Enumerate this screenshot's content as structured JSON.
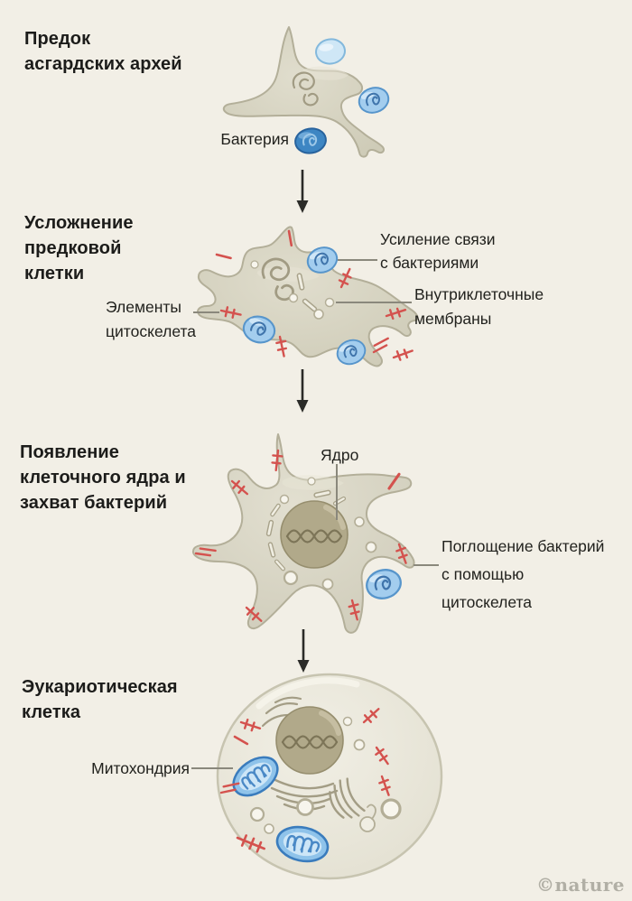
{
  "page": {
    "watermark": "©nature",
    "background": "#f2efe6"
  },
  "colors": {
    "heading_text": "#1c1c1a",
    "label_text": "#22221e",
    "leader_line": "#8a887c",
    "arrow": "#2b2b28",
    "cell_body": "#d7d4c1",
    "cell_outline": "#b5b19b",
    "eukaryote_body": "#ebe9dc",
    "nucleus": "#b1a98a",
    "dna": "#7d7558",
    "cytoskeleton_red": "#d4524e",
    "bacterium_light": "#cfe7f6",
    "bacterium_medium": "#a3cdee",
    "bacterium_dark": "#3e86c3",
    "mitochondrion_blue": "#8fc3ea",
    "watermark_gray": "#b1afa5"
  },
  "icons": {
    "down_arrow": "black line with solid triangle head",
    "bacterium": "blue oval with plasmid squiggle",
    "mitochondrion": "blue oval with cristae folds",
    "nucleus": "olive circle with DNA double helix",
    "cytoskeleton_element": "red comb-like filament",
    "vesicle": "small white circle",
    "membrane_fragment": "gray capsule sliver"
  },
  "sections": [
    {
      "id": "ancestor-archaea",
      "heading_lines": [
        "Предок",
        "асгардских архей"
      ],
      "labels": {
        "bacterium": "Бактерия"
      }
    },
    {
      "id": "complexification",
      "heading_lines": [
        "Усложнение",
        "предковой",
        "клетки"
      ],
      "labels": {
        "cytoskeleton_lines": [
          "Элементы",
          "цитоскелета"
        ],
        "bacteria_link_lines": [
          "Усиление связи",
          "с бактериями"
        ],
        "membranes_lines": [
          "Внутриклеточные",
          "мембраны"
        ]
      }
    },
    {
      "id": "nucleus-and-capture",
      "heading_lines": [
        "Появление",
        "клеточного ядра и",
        "захват бактерий"
      ],
      "labels": {
        "nucleus": "Ядро",
        "engulfment_lines": [
          "Поглощение бактерий",
          "с помощью",
          "цитоскелета"
        ]
      }
    },
    {
      "id": "eukaryotic-cell",
      "heading_lines": [
        "Эукариотическая",
        "клетка"
      ],
      "labels": {
        "mitochondrion": "Митохондрия"
      }
    }
  ]
}
